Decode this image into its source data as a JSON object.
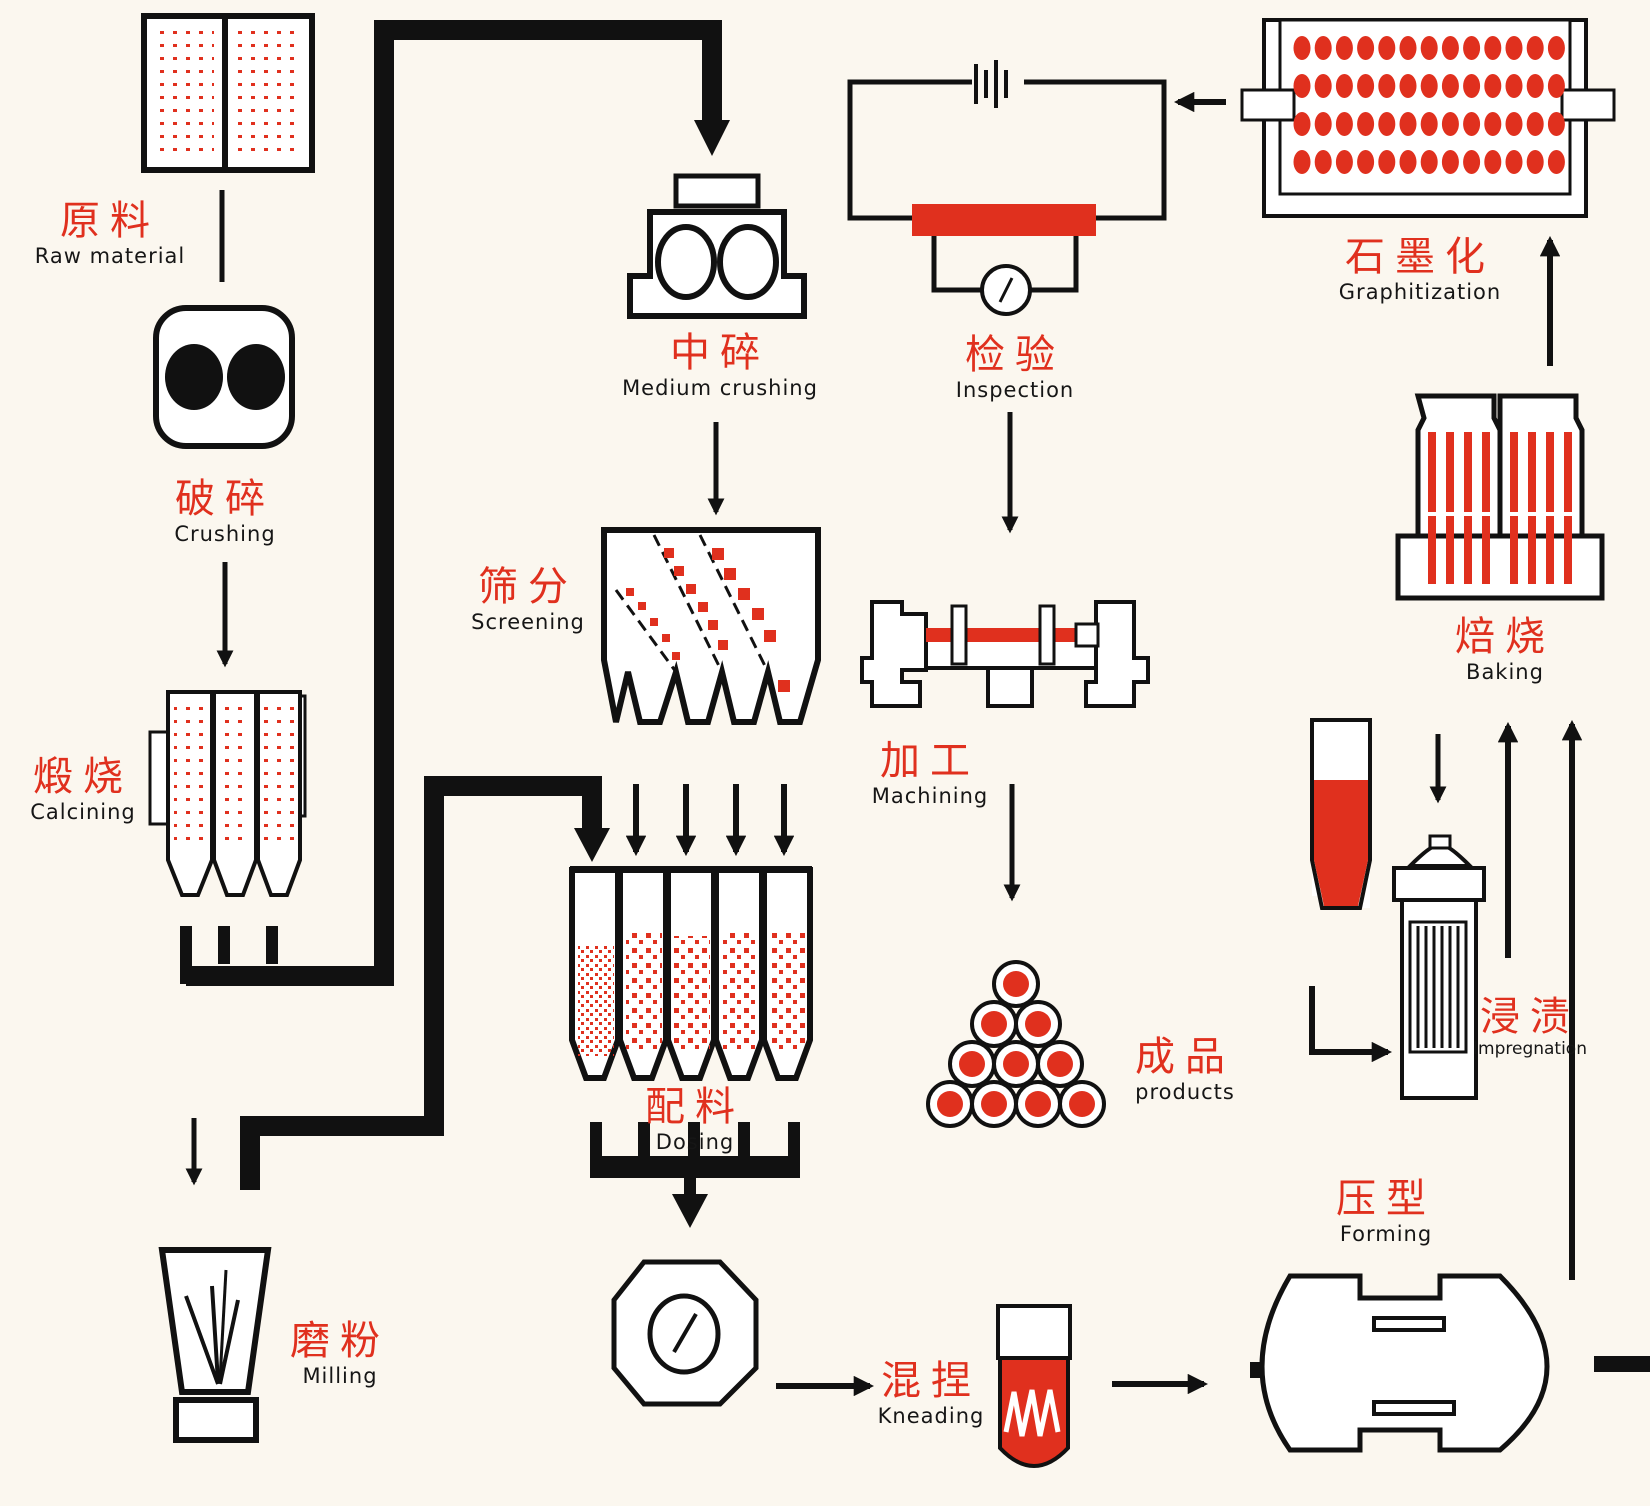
{
  "colors": {
    "accent": "#e0301e",
    "ink": "#111111",
    "background": "#fbf7ef"
  },
  "steps": [
    {
      "id": "raw-material",
      "zh": "原料",
      "en": "Raw material"
    },
    {
      "id": "crushing",
      "zh": "破碎",
      "en": "Crushing"
    },
    {
      "id": "calcining",
      "zh": "煅烧",
      "en": "Calcining"
    },
    {
      "id": "medium-crushing",
      "zh": "中碎",
      "en": "Medium crushing"
    },
    {
      "id": "screening",
      "zh": "筛分",
      "en": "Screening"
    },
    {
      "id": "dosing",
      "zh": "配料",
      "en": "Dosing"
    },
    {
      "id": "milling",
      "zh": "磨粉",
      "en": "Milling"
    },
    {
      "id": "kneading",
      "zh": "混捏",
      "en": "Kneading"
    },
    {
      "id": "forming",
      "zh": "压型",
      "en": "Forming"
    },
    {
      "id": "impregnation",
      "zh": "浸渍",
      "en": "Impregnation"
    },
    {
      "id": "baking",
      "zh": "焙烧",
      "en": "Baking"
    },
    {
      "id": "graphitization",
      "zh": "石墨化",
      "en": "Graphitization"
    },
    {
      "id": "inspection",
      "zh": "检验",
      "en": "Inspection"
    },
    {
      "id": "machining",
      "zh": "加工",
      "en": "Machining"
    },
    {
      "id": "products",
      "zh": "成品",
      "en": "products"
    }
  ]
}
